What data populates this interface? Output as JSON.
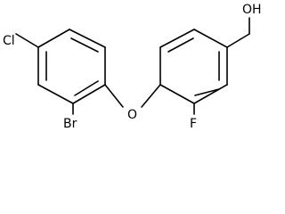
{
  "atoms": {
    "chlorine": "Cl",
    "bromine": "Br",
    "ether_oxygen": "O",
    "fluorine": "F",
    "hydroxyl": "OH"
  }
}
